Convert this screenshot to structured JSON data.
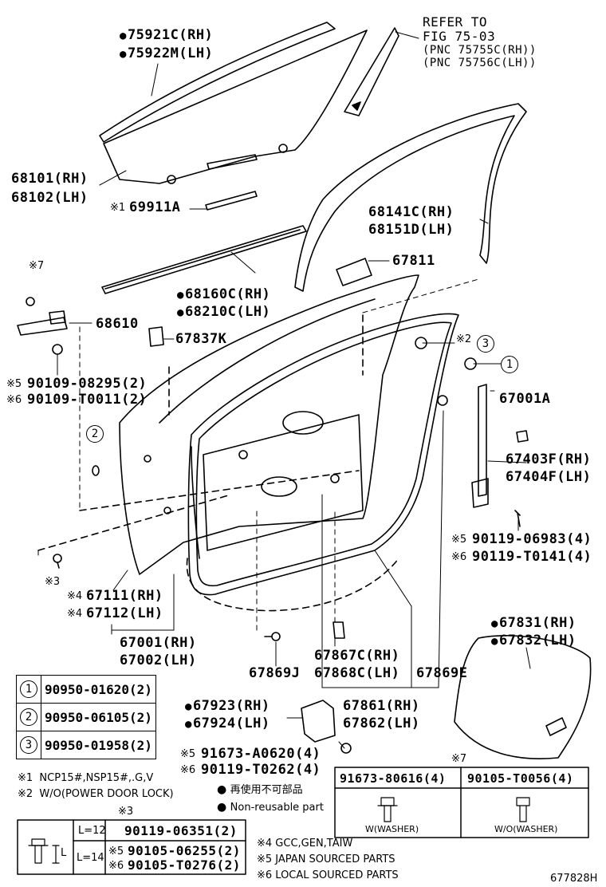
{
  "diagram_id": "677828H",
  "refer": {
    "line1": "REFER TO",
    "line2": "FIG 75-03",
    "line3": "(PNC 75755C(RH))",
    "line4": "(PNC 75756C(LH))"
  },
  "parts": {
    "p75921": "75921C(RH)",
    "p75922": "75922M(LH)",
    "p68101": "68101(RH)",
    "p68102": "68102(LH)",
    "p69911_note": "※1",
    "p69911": "69911A",
    "p68141": "68141C(RH)",
    "p68151": "68151D(LH)",
    "p67811": "67811",
    "p68160": "68160C(RH)",
    "p68210": "68210C(LH)",
    "p68610": "68610",
    "p67837": "67837K",
    "note7_top": "※7",
    "bolt_a_note": "※5",
    "bolt_a": "90109-08295(2)",
    "bolt_b_note": "※6",
    "bolt_b": "90109-T0011(2)",
    "ref2_note": "※2",
    "ref3": "3",
    "ref1": "1",
    "ref2": "2",
    "p67001A": "67001A",
    "p67403": "67403F(RH)",
    "p67404": "67404F(LH)",
    "bolt_c_note": "※5",
    "bolt_c": "90119-06983(4)",
    "bolt_d_note": "※6",
    "bolt_d": "90119-T0141(4)",
    "note3": "※3",
    "p67111_note": "※4",
    "p67111": "67111(RH)",
    "p67112_note": "※4",
    "p67112": "67112(LH)",
    "p67001": "67001(RH)",
    "p67002": "67002(LH)",
    "p67831": "67831(RH)",
    "p67832": "67832(LH)",
    "p67867": "67867C(RH)",
    "p67868": "67868C(LH)",
    "p67869J": "67869J",
    "p67869E": "67869E",
    "p67923": "67923(RH)",
    "p67924": "67924(LH)",
    "p67861": "67861(RH)",
    "p67862": "67862(LH)",
    "bolt_e_note": "※5",
    "bolt_e": "91673-A0620(4)",
    "bolt_f_note": "※6",
    "bolt_f": "90119-T0262(4)"
  },
  "ref_table": [
    {
      "n": "1",
      "pn": "90950-01620(2)"
    },
    {
      "n": "2",
      "pn": "90950-06105(2)"
    },
    {
      "n": "3",
      "pn": "90950-01958(2)"
    }
  ],
  "notes": {
    "n1": "※1  NCP15#,NSP15#,.G,V",
    "n2": "※2  W/O(POWER DOOR LOCK)",
    "n3": "※3",
    "n4": "※4 GCC,GEN,TAIW",
    "n5": "※5 JAPAN SOURCED PARTS",
    "n6": "※6 LOCAL SOURCED PARTS",
    "n7": "※7"
  },
  "legend": {
    "reuse_jp": "再使用不可部品",
    "reuse_en": "Non-reusable part"
  },
  "bolt_table": {
    "col1_pn": "91673-80616(4)",
    "col2_pn": "90105-T0056(4)",
    "col1_cap": "W(WASHER)",
    "col2_cap": "W/O(WASHER)"
  },
  "l_table": {
    "l12": "L=12",
    "l12_pn": "90119-06351(2)",
    "l14": "L=14",
    "l14_a_note": "※5",
    "l14_a": "90105-06255(2)",
    "l14_b_note": "※6",
    "l14_b": "90105-T0276(2)",
    "L": "L"
  }
}
